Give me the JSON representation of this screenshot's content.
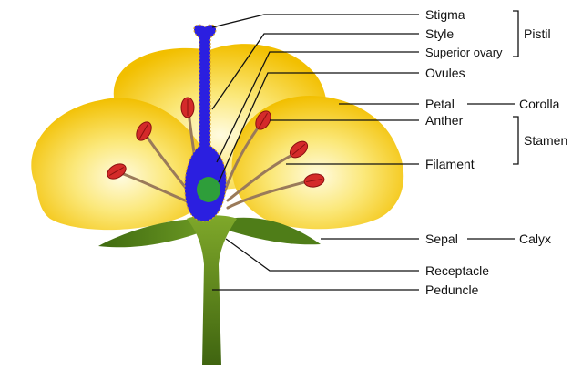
{
  "labels": {
    "stigma": "Stigma",
    "style": "Style",
    "superior_ovary": "Superior ovary",
    "ovules": "Ovules",
    "petal": "Petal",
    "anther": "Anther",
    "filament": "Filament",
    "sepal": "Sepal",
    "receptacle": "Receptacle",
    "peduncle": "Peduncle"
  },
  "groups": {
    "pistil": "Pistil",
    "corolla": "Corolla",
    "stamen": "Stamen",
    "calyx": "Calyx"
  },
  "colors": {
    "petal_light": "#fdf3b0",
    "petal_dark": "#f5c400",
    "pistil": "#2b1fe0",
    "ovule": "#2e9e3a",
    "anther": "#d42a2a",
    "filament": "#9a7a5a",
    "stem": "#4d7a14",
    "sepal": "#4f7d18",
    "line": "#111111"
  }
}
